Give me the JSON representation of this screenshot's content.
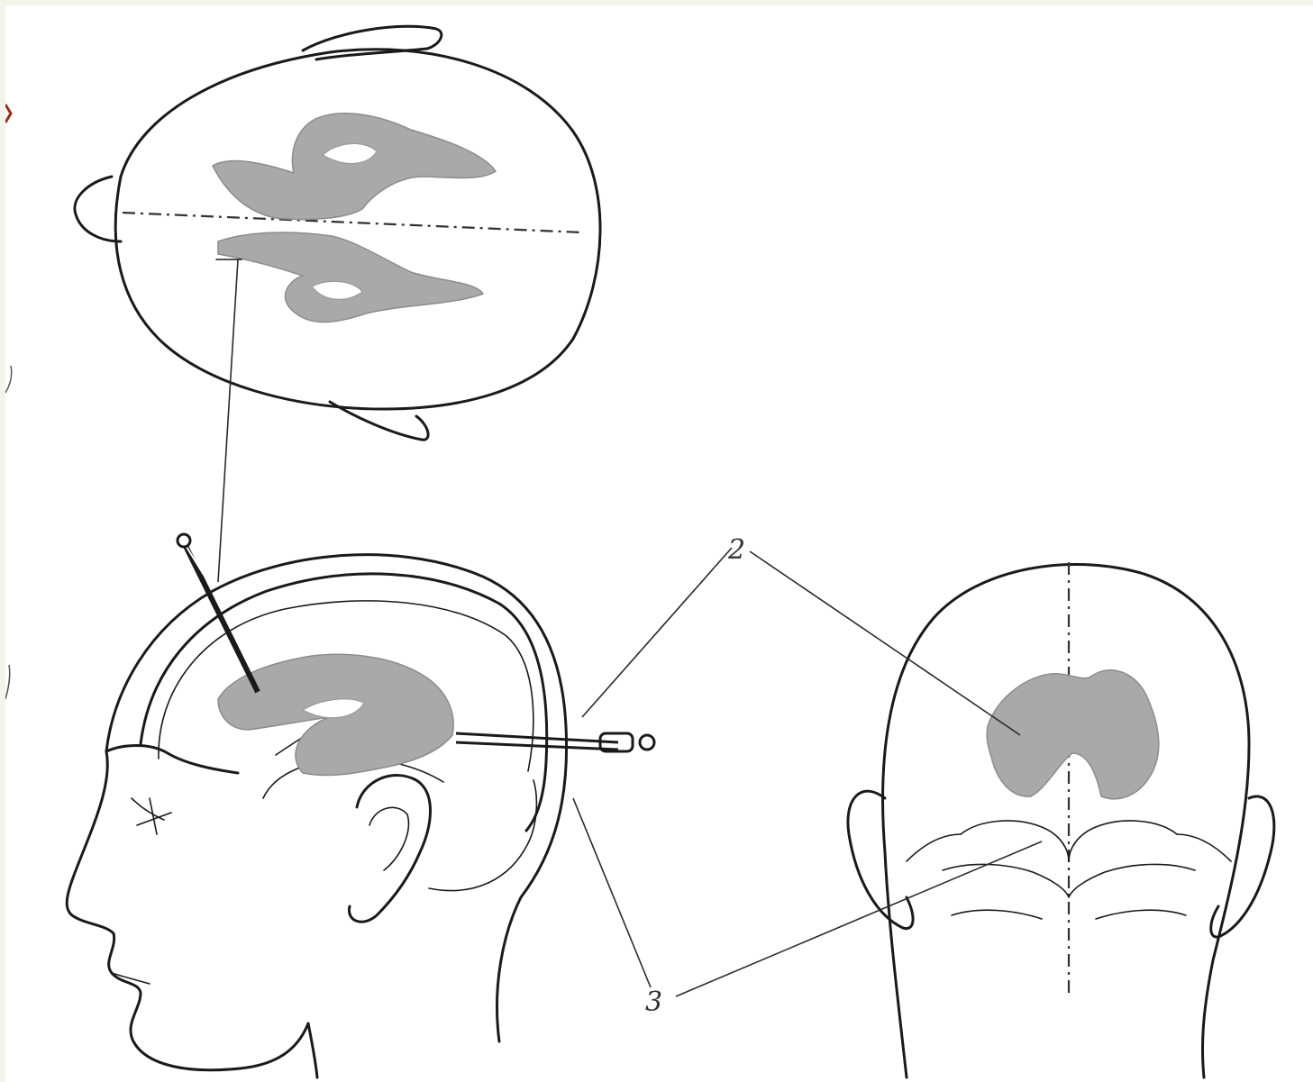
{
  "figure": {
    "labels": {
      "label_2": "2",
      "label_3": "3"
    },
    "colors": {
      "background_frame": "#f3f4ec",
      "canvas": "#ffffff",
      "ink": "#1a1a1a",
      "ventricle_fill": "#a9a9a9",
      "edge_accent": "#9a2a1a"
    },
    "views": [
      "top-view-head",
      "side-view-head",
      "back-view-head"
    ]
  }
}
